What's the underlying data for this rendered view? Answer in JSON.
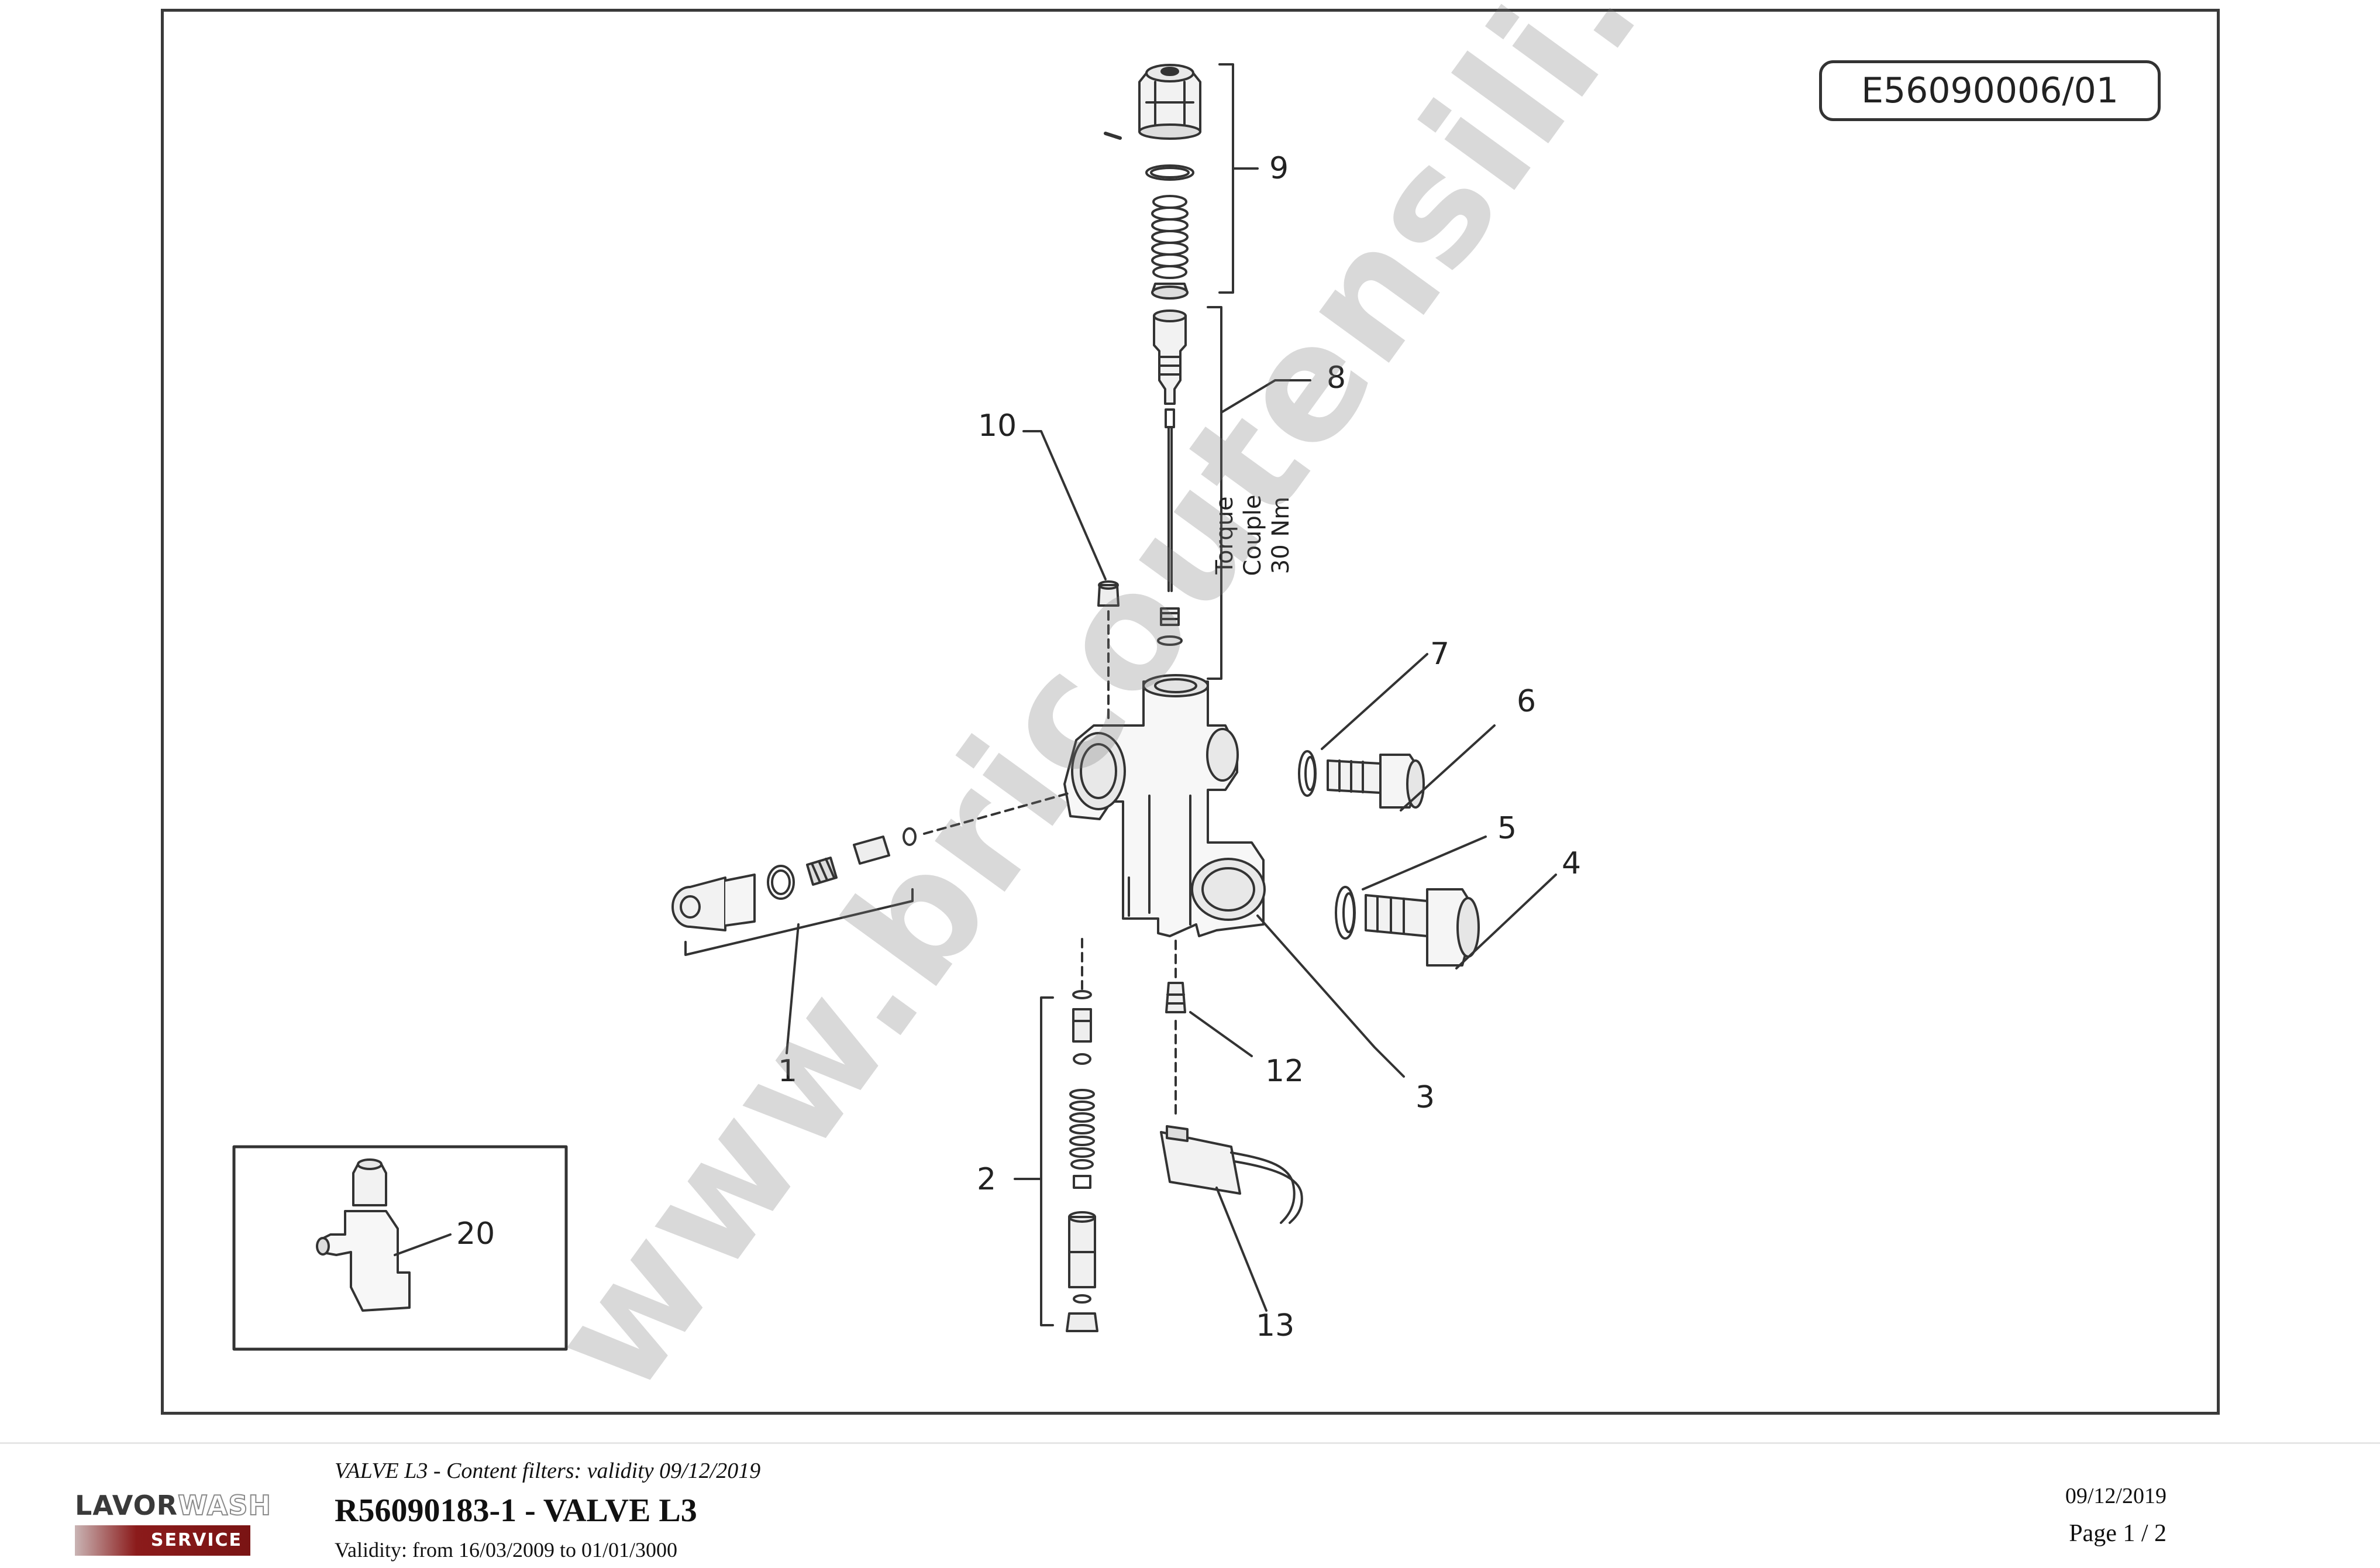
{
  "diagram": {
    "reference_code": "E56090006/01",
    "torque_note_line1": "Torque Couple",
    "torque_note_line2": "30 Nm",
    "watermark": "www.bricoutensili.com",
    "callouts": [
      "1",
      "2",
      "3",
      "4",
      "5",
      "6",
      "7",
      "8",
      "9",
      "10",
      "12",
      "13",
      "20"
    ]
  },
  "footer": {
    "brand_top_a": "LAVOR",
    "brand_top_b": "WASH",
    "brand_bottom": "SERVICE",
    "subtitle": "VALVE L3 - Content filters: validity 09/12/2019",
    "title": "R56090183-1 - VALVE L3",
    "validity": "Validity: from 16/03/2009 to 01/01/3000",
    "date": "09/12/2019",
    "page": "Page 1 / 2"
  },
  "colors": {
    "line": "#333333",
    "brand_red": "#7a1414",
    "watermark": "#8c8c8c"
  }
}
